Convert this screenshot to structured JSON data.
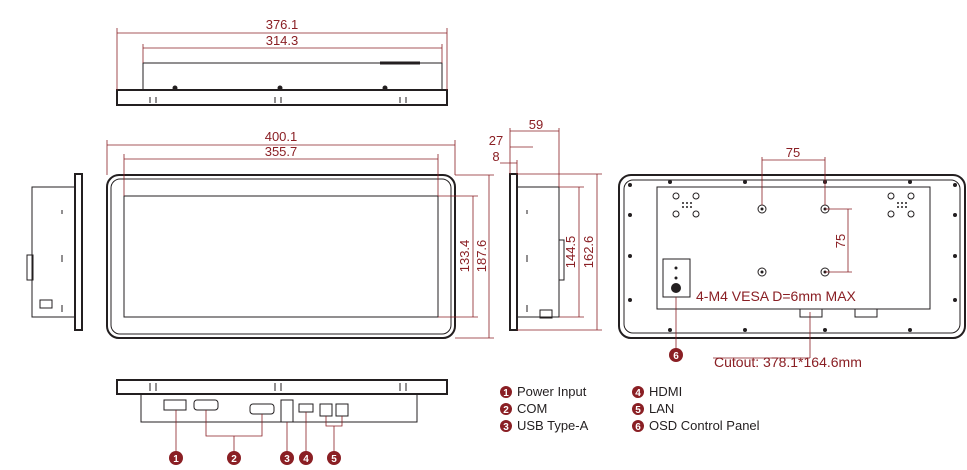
{
  "dimensions": {
    "top_overall": "376.1",
    "top_inner": "314.3",
    "front_overall": "400.1",
    "front_active": "355.7",
    "front_active_h": "133.4",
    "front_overall_h": "187.6",
    "side_27": "27",
    "side_8": "8",
    "side_59": "59",
    "side_144": "144.5",
    "side_162": "162.6",
    "vesa_h": "75",
    "vesa_v": "75"
  },
  "annotations": {
    "vesa_note": "4-M4 VESA D=6mm MAX",
    "cutout_note": "Cutout: 378.1*164.6mm"
  },
  "callouts": [
    "1",
    "2",
    "3",
    "4",
    "5",
    "6"
  ],
  "legend": [
    {
      "num": "1",
      "label": "Power Input"
    },
    {
      "num": "2",
      "label": "COM"
    },
    {
      "num": "3",
      "label": "USB Type-A"
    },
    {
      "num": "4",
      "label": "HDMI"
    },
    {
      "num": "5",
      "label": "LAN"
    },
    {
      "num": "6",
      "label": "OSD Control Panel"
    }
  ],
  "colors": {
    "accent": "#8a1f24",
    "line": "#231f20"
  }
}
